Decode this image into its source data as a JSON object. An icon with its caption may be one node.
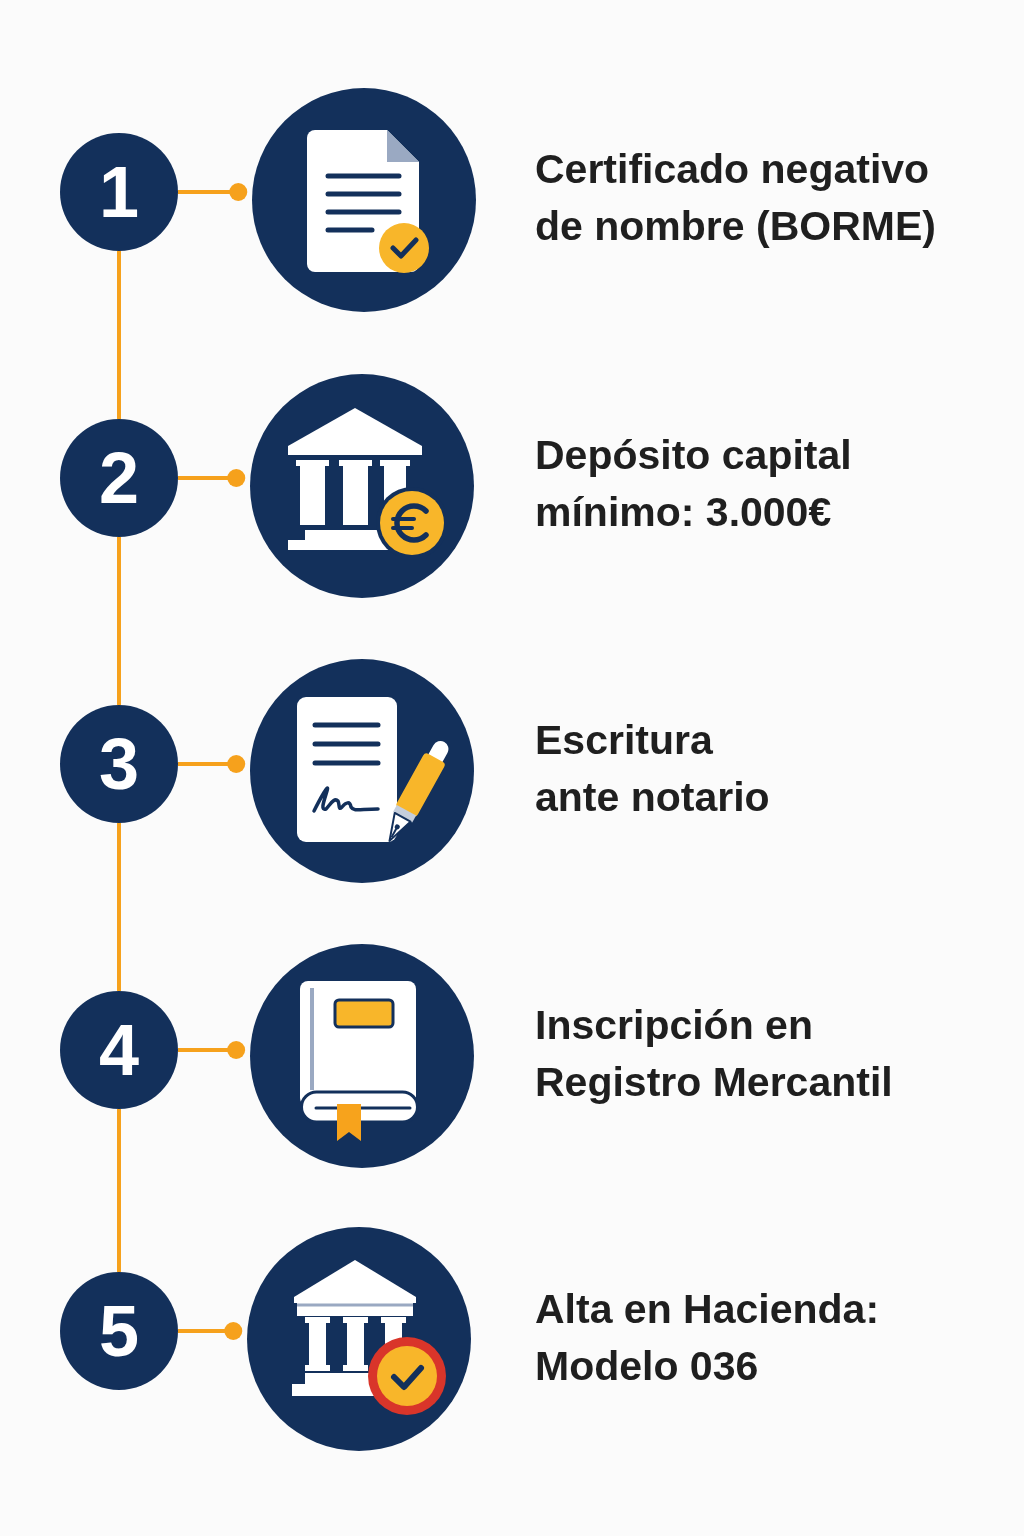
{
  "diagram": {
    "nodes": [
      {
        "text": [
          "1"
        ]
      },
      {
        "text": [],
        "shape": "circle",
        "beside": [
          "Certificado negativo de nombre (BORME)"
        ]
      },
      {
        "text": [
          "2"
        ]
      },
      {
        "text": [],
        "shape": "circle",
        "beside": [
          "Depósito capital mínimo: 3.000€"
        ]
      },
      {
        "text": [
          "3"
        ]
      },
      {
        "text": [],
        "shape": "circle",
        "beside": [
          "Escritura ante notario"
        ]
      },
      {
        "text": [
          "4"
        ]
      },
      {
        "text": [],
        "shape": "circle",
        "beside": [
          "Inscripción en Registro Mercantil"
        ]
      },
      {
        "text": [
          "5"
        ]
      },
      {
        "text": [],
        "shape": "circle",
        "beside": [
          "Alta en Hacienda: Modelo 036"
        ]
      }
    ],
    "edges": [
      {
        "from": 0,
        "to": 1,
        "arrow": "other"
      },
      {
        "from": 0,
        "to": 2,
        "arrow": "none"
      },
      {
        "from": 2,
        "to": 3,
        "arrow": "other"
      },
      {
        "from": 2,
        "to": 4,
        "arrow": "none"
      },
      {
        "from": 4,
        "to": 5,
        "arrow": "other"
      },
      {
        "from": 4,
        "to": 6,
        "arrow": "none"
      },
      {
        "from": 6,
        "to": 7,
        "arrow": "other"
      },
      {
        "from": 6,
        "to": 8,
        "arrow": "none"
      },
      {
        "from": 8,
        "to": 9,
        "arrow": "other"
      }
    ]
  }
}
